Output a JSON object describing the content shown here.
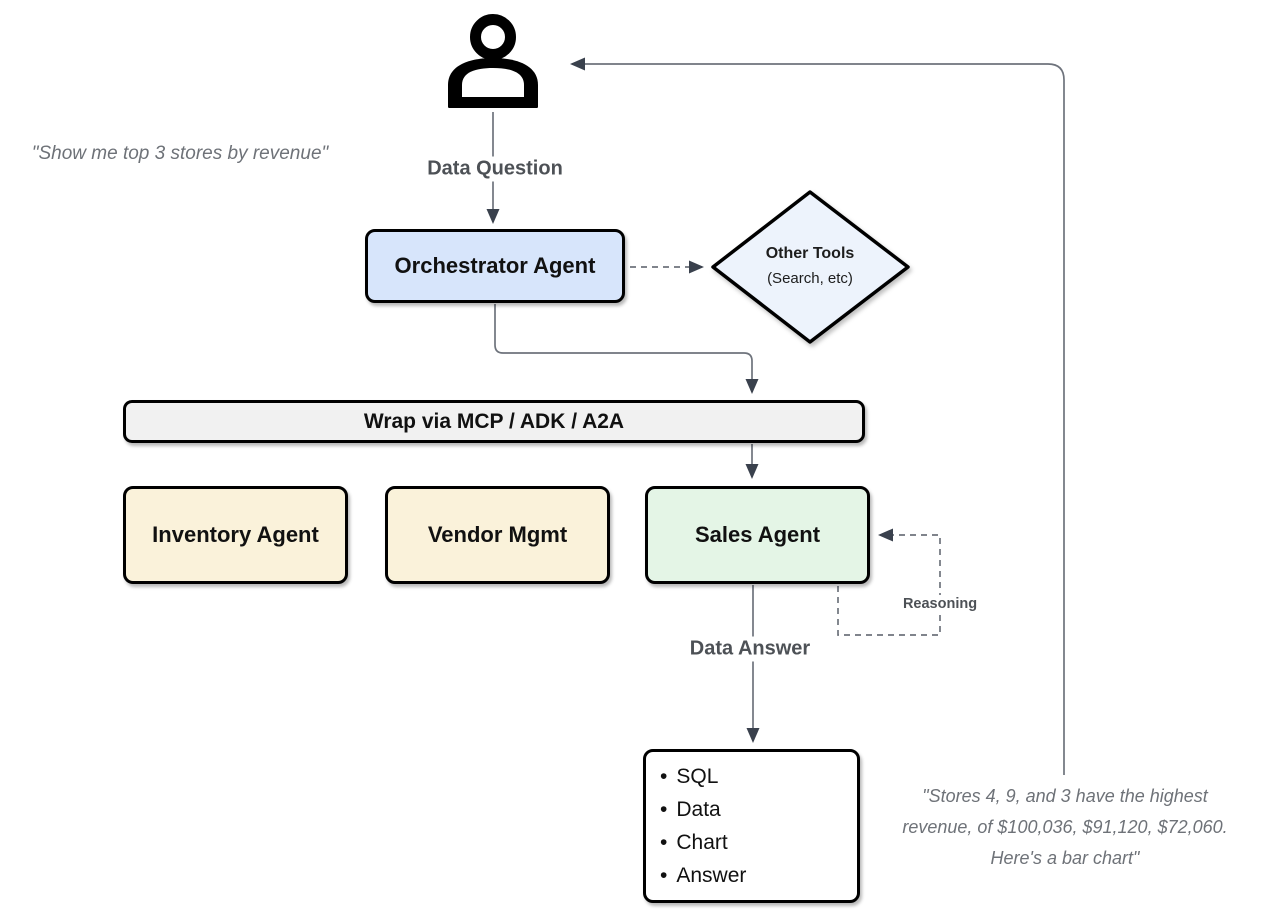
{
  "quotes": {
    "request": "\"Show me top 3 stores by revenue\"",
    "response_lines": [
      "\"Stores 4, 9, and 3 have the highest",
      "revenue, of $100,036, $91,120, $72,060.",
      "Here's a bar chart\""
    ]
  },
  "labels": {
    "data_question": "Data Question",
    "data_answer": "Data Answer",
    "reasoning": "Reasoning"
  },
  "nodes": {
    "orchestrator": {
      "label": "Orchestrator Agent",
      "fill": "#d7e5fb"
    },
    "other_tools": {
      "title": "Other Tools",
      "subtitle": "(Search, etc)",
      "fill": "#edf3fc"
    },
    "wrap_bar": {
      "label": "Wrap via MCP / ADK / A2A",
      "fill": "#f1f1f1"
    },
    "inventory_agent": {
      "label": "Inventory Agent",
      "fill": "#faf2da"
    },
    "vendor_mgmt": {
      "label": "Vendor Mgmt",
      "fill": "#faf2da"
    },
    "sales_agent": {
      "label": "Sales Agent",
      "fill": "#e4f5e6"
    },
    "output": {
      "bullet": "•",
      "items": [
        "SQL",
        "Data",
        "Chart",
        "Answer"
      ]
    }
  },
  "icons": {
    "user": "person-icon"
  },
  "colors": {
    "line": "#6e737c",
    "arrowhead": "#3a414d",
    "border": "#000000",
    "label_text": "#4d5156",
    "quote_text": "#6e7278"
  }
}
